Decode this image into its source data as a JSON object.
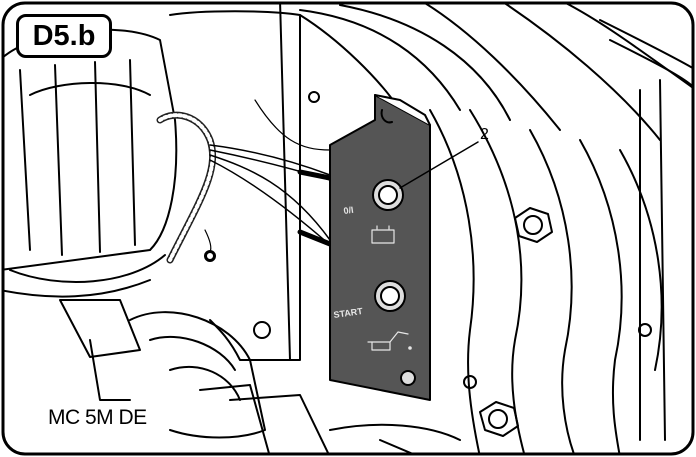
{
  "figure_id": "D5.b",
  "model_label": "MC 5M DE",
  "callout_number": "2",
  "plate_labels": {
    "power_switch": "0/I",
    "start_button": "START"
  },
  "icons": {
    "battery": "battery-icon",
    "oil_can": "oil-can-icon"
  },
  "colors": {
    "frame_border": "#000000",
    "plate": "#555555",
    "line": "#000000",
    "background": "#ffffff"
  }
}
